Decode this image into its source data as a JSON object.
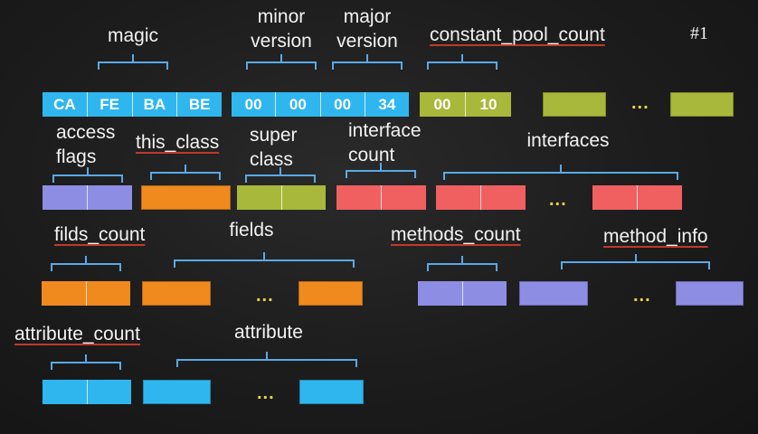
{
  "slide_number": "#1",
  "labels": {
    "magic": "magic",
    "minor_1": "minor",
    "minor_2": "version",
    "major_1": "major",
    "major_2": "version",
    "constant_pool_count": "constant_pool_count",
    "access_1": "access",
    "access_2": "flags",
    "this_class": "this_class",
    "super_1": "super",
    "super_2": "class",
    "iface_count_1": "interface",
    "iface_count_2": "count",
    "interfaces": "interfaces",
    "fields_count": "filds_count",
    "fields": "fields",
    "methods_count": "methods_count",
    "method_info": "method_info",
    "attribute_count": "attribute_count",
    "attribute": "attribute"
  },
  "bytes": {
    "magic": [
      "CA",
      "FE",
      "BA",
      "BE"
    ],
    "minor": [
      "00",
      "00"
    ],
    "major": [
      "00",
      "34"
    ],
    "cp_count": [
      "00",
      "10"
    ]
  },
  "ellipsis": "...",
  "colors": {
    "magic_version": "#2fb6ee",
    "constant_pool": "#a8b83a",
    "access_flags": "#8d8ee3",
    "this_class": "#f08a1f",
    "super_class": "#a8b83a",
    "interfaces": "#f06060",
    "fields": "#f08a1f",
    "methods": "#8d8ee3",
    "attributes": "#2fb6ee",
    "bracket": "#5aa9e6",
    "underline": "#c0392b",
    "ellipsis": "#e8d44d"
  }
}
